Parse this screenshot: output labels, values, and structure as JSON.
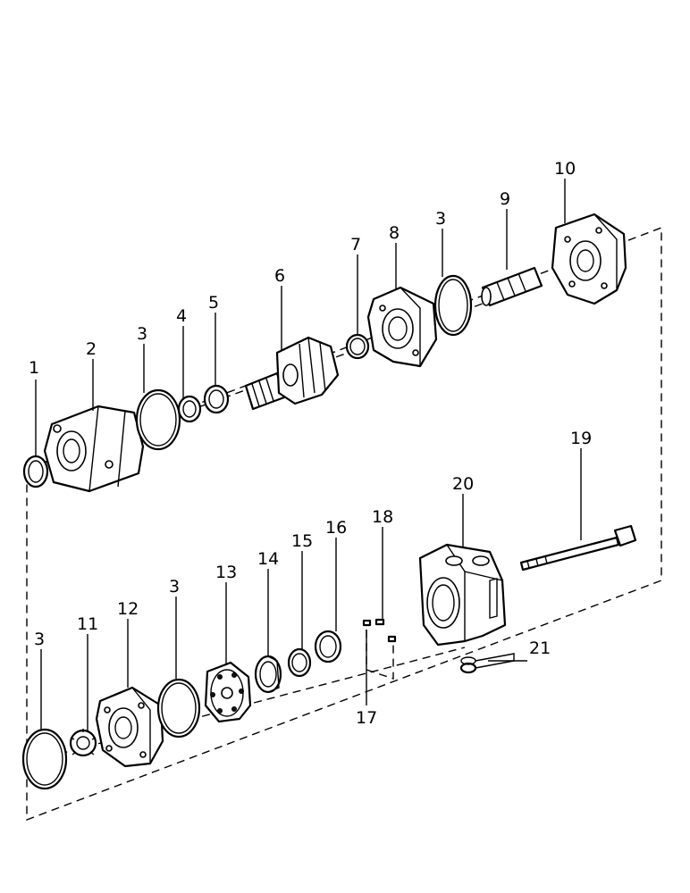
{
  "callouts": [
    "1",
    "2",
    "3",
    "4",
    "5",
    "6",
    "7",
    "8",
    "3",
    "9",
    "10",
    "19",
    "20",
    "18",
    "16",
    "15",
    "14",
    "13",
    "3",
    "12",
    "11",
    "3",
    "21",
    "17"
  ]
}
